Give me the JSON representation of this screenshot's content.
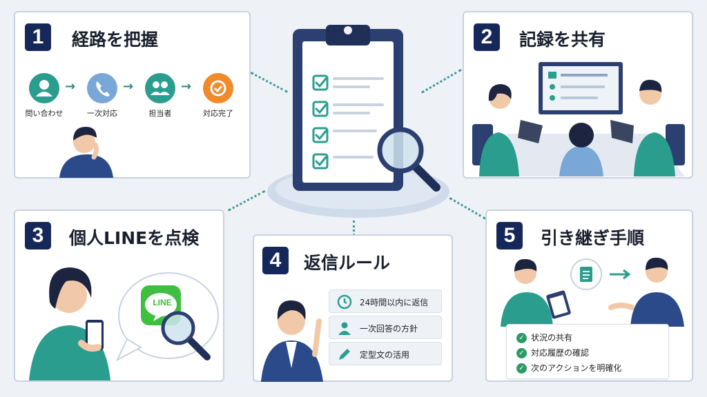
{
  "panels": [
    {
      "number": "1",
      "title": "経路を把握"
    },
    {
      "number": "2",
      "title": "記録を共有"
    },
    {
      "number": "3",
      "title": "個人LINEを点検"
    },
    {
      "number": "4",
      "title": "返信ルール"
    },
    {
      "number": "5",
      "title": "引き継ぎ手順"
    }
  ],
  "flow": {
    "steps": [
      "問い合わせ",
      "一次対応",
      "担当者",
      "対応完了"
    ],
    "arrow": "→"
  },
  "line_badge": "LINE",
  "rules": [
    {
      "icon": "clock-icon",
      "label": "24時間以内に返信"
    },
    {
      "icon": "person-icon",
      "label": "一次回答の方針"
    },
    {
      "icon": "pencil-icon",
      "label": "定型文の活用"
    }
  ],
  "handover": {
    "checks": [
      "状況の共有",
      "対応履歴の確認",
      "次のアクションを明確化"
    ]
  },
  "colors": {
    "navy": "#16285a",
    "teal": "#2a9d8f",
    "accent_orange": "#f08a2a",
    "line_green": "#3fbf3f",
    "check_green": "#2b9a66"
  }
}
